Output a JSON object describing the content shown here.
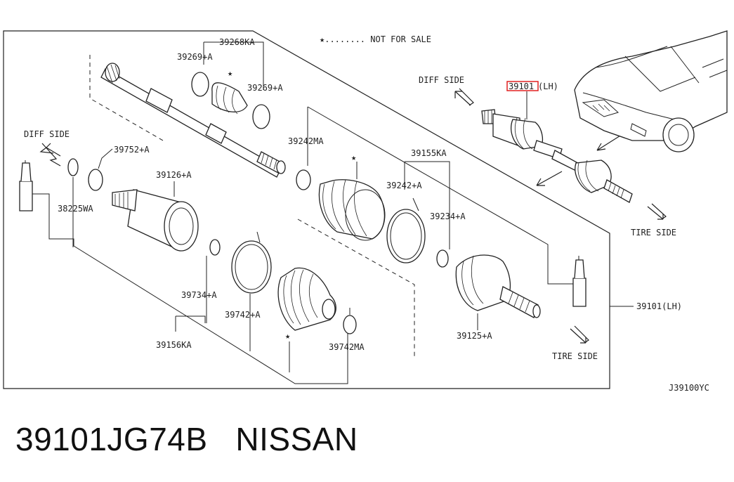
{
  "note": "★........ NOT FOR SALE",
  "diagram_code": "J39100YC",
  "labels": {
    "diff_side_left": "DIFF SIDE",
    "diff_side_right": "DIFF SIDE",
    "tire_side_top": "TIRE SIDE",
    "tire_side_bottom": "TIRE SIDE",
    "p39268KA": "39268KA",
    "p39269A_left": "39269+A",
    "p39269A_right": "39269+A",
    "p39752A": "39752+A",
    "p39126A": "39126+A",
    "p38225WA": "38225WA",
    "p39242MA": "39242MA",
    "p39155KA": "39155KA",
    "p39242A": "39242+A",
    "p39234A": "39234+A",
    "p39734A": "39734+A",
    "p39742A": "39742+A",
    "p39742MA": "39742MA",
    "p39156KA": "39156KA",
    "p39125A": "39125+A",
    "p39101LH_main": "39101(LH)",
    "p39101_highlight": "39101",
    "p39101LH_suffix": "(LH)"
  },
  "caption": {
    "part_number": "39101JG74B",
    "brand": "NISSAN"
  }
}
